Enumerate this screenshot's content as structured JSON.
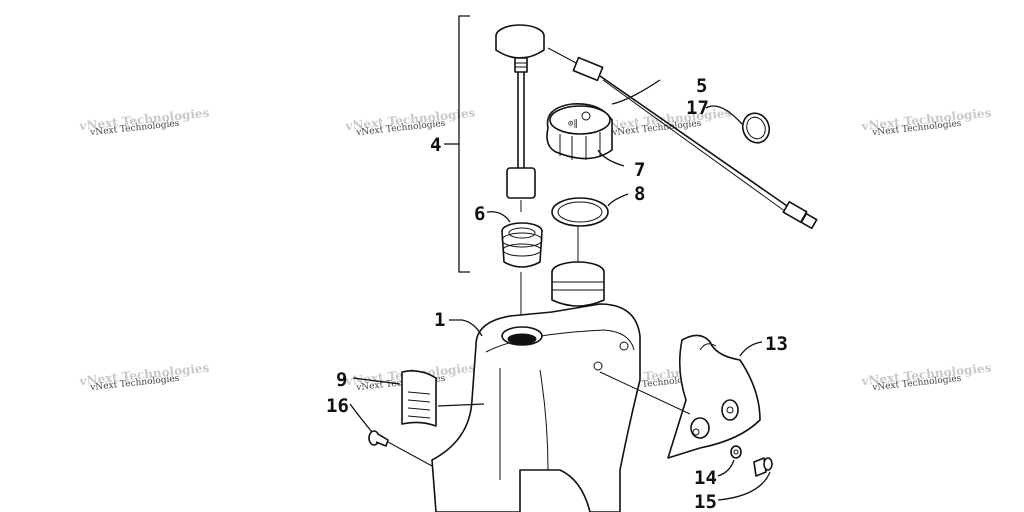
{
  "watermark": {
    "text": "vNext Technologies"
  },
  "callouts": [
    {
      "id": "1",
      "label": "1"
    },
    {
      "id": "4",
      "label": "4"
    },
    {
      "id": "5",
      "label": "5"
    },
    {
      "id": "6",
      "label": "6"
    },
    {
      "id": "7",
      "label": "7"
    },
    {
      "id": "8",
      "label": "8"
    },
    {
      "id": "9",
      "label": "9"
    },
    {
      "id": "13",
      "label": "13"
    },
    {
      "id": "14",
      "label": "14"
    },
    {
      "id": "15",
      "label": "15"
    },
    {
      "id": "16",
      "label": "16"
    },
    {
      "id": "17",
      "label": "17"
    }
  ]
}
